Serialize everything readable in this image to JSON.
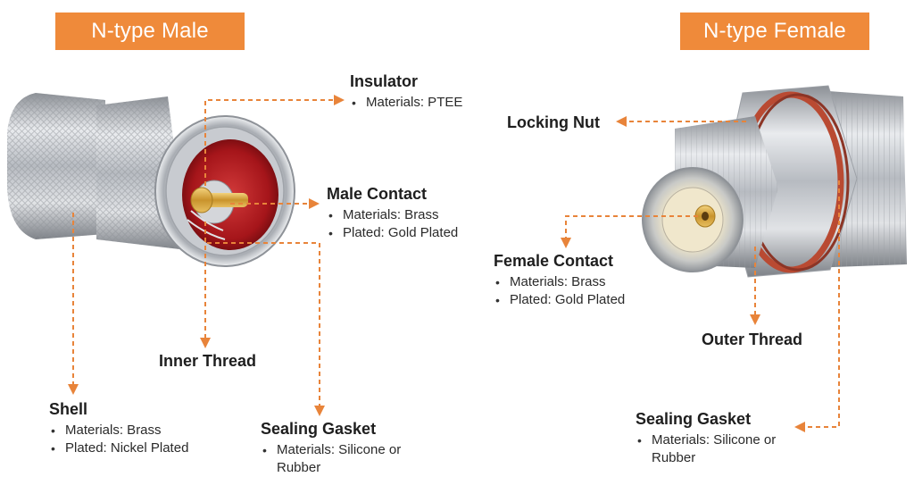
{
  "titles": {
    "male": "N-type Male",
    "female": "N-type Female"
  },
  "colors": {
    "accent": "#ef8a3a",
    "leader_line": "#e8843a",
    "metal": "#c9ccd1",
    "insulator_red": "#b11a1e",
    "contact_gold": "#d8a63c"
  },
  "male": {
    "insulator": {
      "title": "Insulator",
      "items": [
        "Materials: PTEE"
      ]
    },
    "male_contact": {
      "title": "Male Contact",
      "items": [
        "Materials: Brass",
        "Plated: Gold Plated"
      ]
    },
    "inner_thread": {
      "title": "Inner Thread"
    },
    "shell": {
      "title": "Shell",
      "items": [
        "Materials: Brass",
        "Plated: Nickel Plated"
      ]
    },
    "sealing_gasket": {
      "title": "Sealing Gasket",
      "items": [
        "Materials: Silicone or",
        "Rubber"
      ]
    }
  },
  "female": {
    "locking_nut": {
      "title": "Locking Nut"
    },
    "female_contact": {
      "title": "Female Contact",
      "items": [
        "Materials: Brass",
        "Plated: Gold Plated"
      ]
    },
    "outer_thread": {
      "title": "Outer Thread"
    },
    "sealing_gasket": {
      "title": "Sealing Gasket",
      "items": [
        "Materials: Silicone or",
        "Rubber"
      ]
    }
  }
}
